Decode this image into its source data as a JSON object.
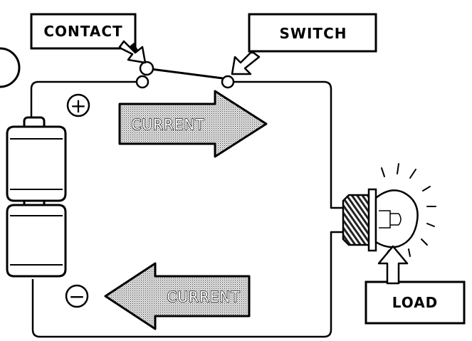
{
  "labels": {
    "contact": "CONTACT",
    "switch": "SWITCH",
    "load": "LOAD",
    "current_top": "CURRENT",
    "current_bottom": "CURRENT",
    "plus": "+",
    "minus": "−"
  }
}
